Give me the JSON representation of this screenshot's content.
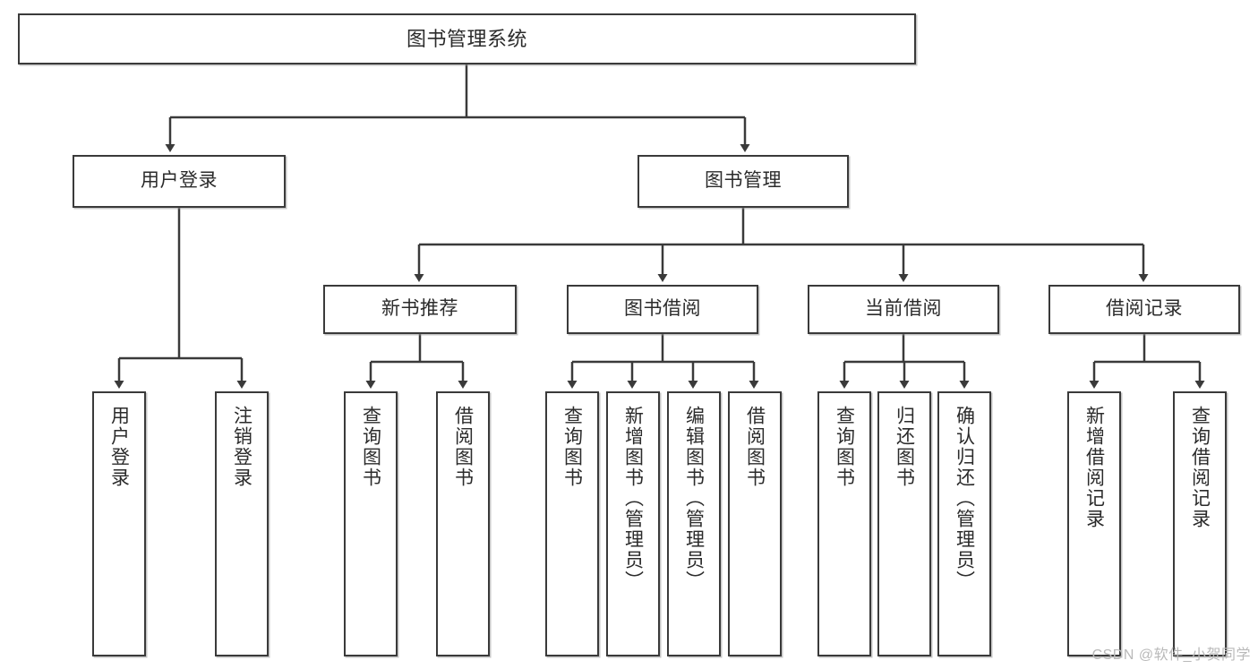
{
  "diagram": {
    "title": "图书管理系统",
    "type": "tree-hierarchy",
    "orientation": "top-down",
    "line_color": "#3a3a3a",
    "box_fill": "#ffffff",
    "text_color": "#2b2b2b"
  },
  "root": {
    "label": "图书管理系统"
  },
  "level1": [
    {
      "label": "用户登录"
    },
    {
      "label": "图书管理"
    }
  ],
  "level2": [
    {
      "label": "新书推荐"
    },
    {
      "label": "图书借阅"
    },
    {
      "label": "当前借阅"
    },
    {
      "label": "借阅记录"
    }
  ],
  "leaves": {
    "user_login": [
      {
        "label": "用户登录"
      },
      {
        "label": "注销登录"
      }
    ],
    "new_book_recommend": [
      {
        "label": "查询图书"
      },
      {
        "label": "借阅图书"
      }
    ],
    "book_borrow": [
      {
        "label": "查询图书"
      },
      {
        "label": "新增图书（管理员）"
      },
      {
        "label": "编辑图书（管理员）"
      },
      {
        "label": "借阅图书"
      }
    ],
    "current_borrow": [
      {
        "label": "查询图书"
      },
      {
        "label": "归还图书"
      },
      {
        "label": "确认归还（管理员）"
      }
    ],
    "borrow_records": [
      {
        "label": "新增借阅记录"
      },
      {
        "label": "查询借阅记录"
      }
    ]
  },
  "watermark": {
    "text": "CSDN @软件_小贺同学"
  }
}
